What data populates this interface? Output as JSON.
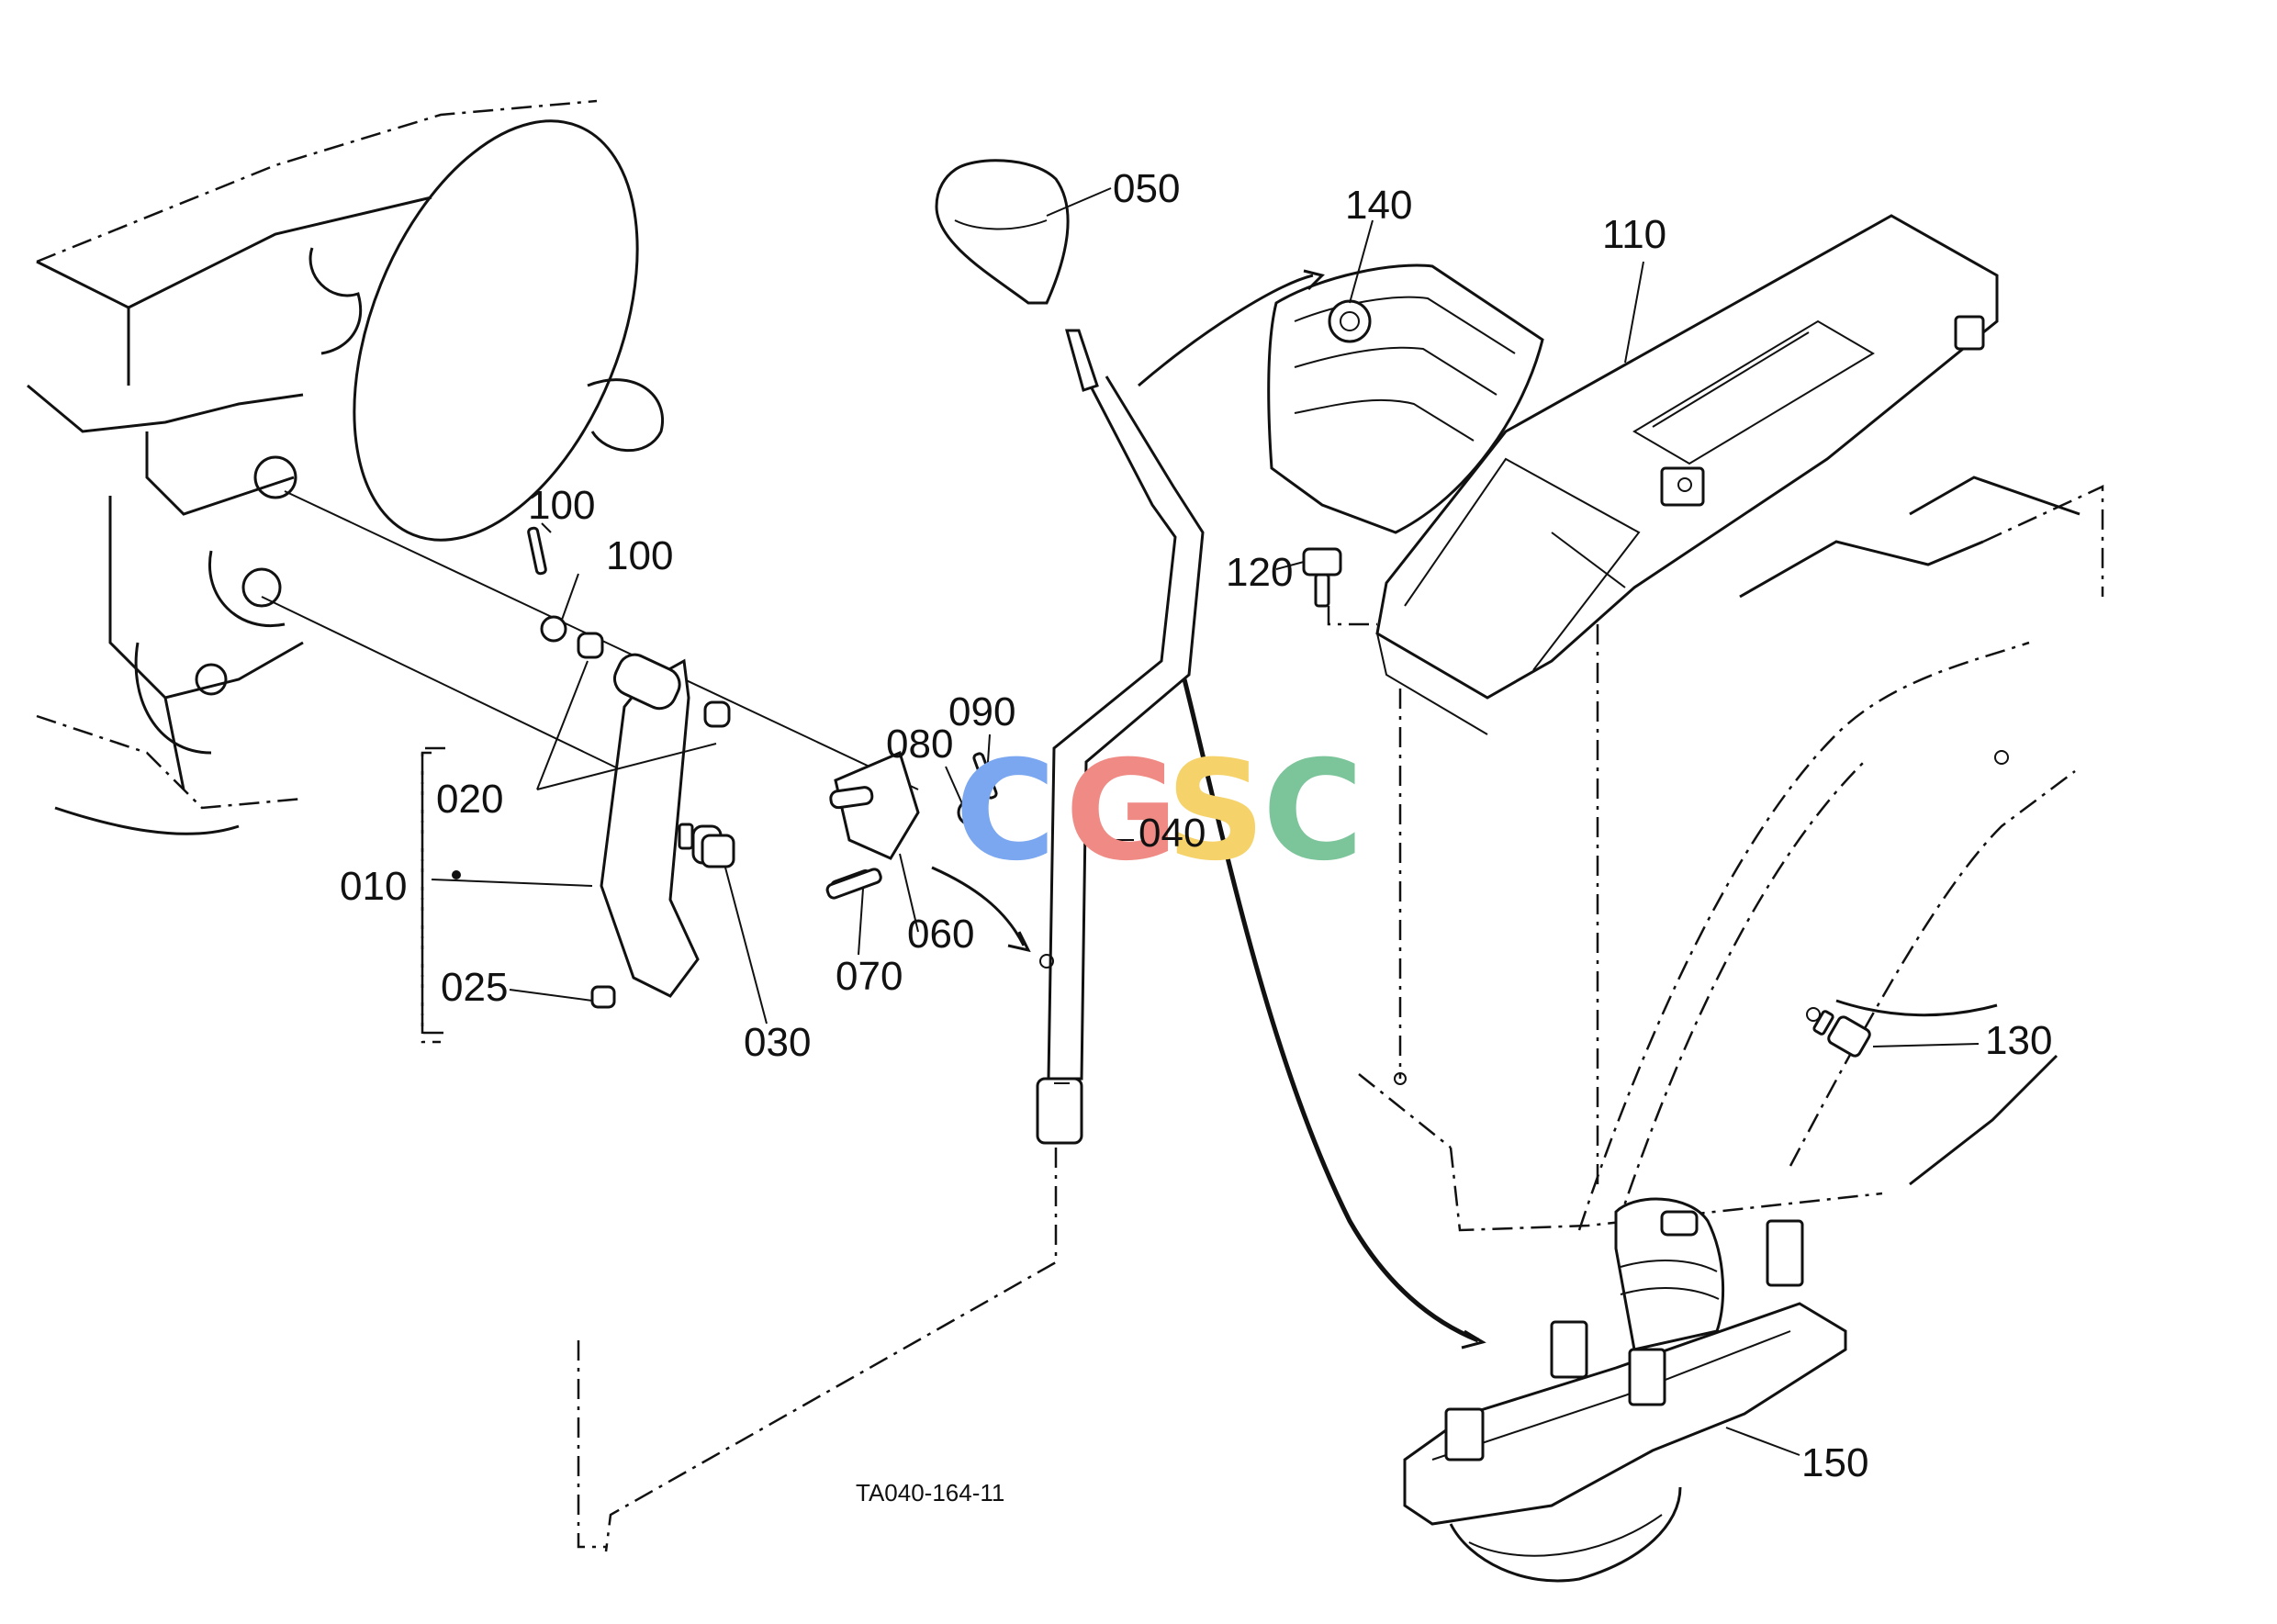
{
  "diagram": {
    "drawing_code": "TA040-164-11",
    "watermark": {
      "letters": [
        {
          "char": "C",
          "color": "#7aa7f0"
        },
        {
          "char": "G",
          "color": "#f08a84"
        },
        {
          "char": "S",
          "color": "#f5d36a"
        },
        {
          "char": "C",
          "color": "#7cc49a"
        }
      ]
    },
    "part_labels": [
      {
        "id": "p010",
        "text": "010"
      },
      {
        "id": "p020",
        "text": "020"
      },
      {
        "id": "p025",
        "text": "025"
      },
      {
        "id": "p030",
        "text": "030"
      },
      {
        "id": "p040",
        "text": "040"
      },
      {
        "id": "p050",
        "text": "050"
      },
      {
        "id": "p060",
        "text": "060"
      },
      {
        "id": "p070",
        "text": "070"
      },
      {
        "id": "p080",
        "text": "080"
      },
      {
        "id": "p090",
        "text": "090"
      },
      {
        "id": "p100",
        "text": "100"
      },
      {
        "id": "p110",
        "text": "110"
      },
      {
        "id": "p120",
        "text": "120"
      },
      {
        "id": "p130a",
        "text": "130"
      },
      {
        "id": "p130b",
        "text": "130"
      },
      {
        "id": "p140",
        "text": "140"
      },
      {
        "id": "p150",
        "text": "150"
      }
    ]
  }
}
